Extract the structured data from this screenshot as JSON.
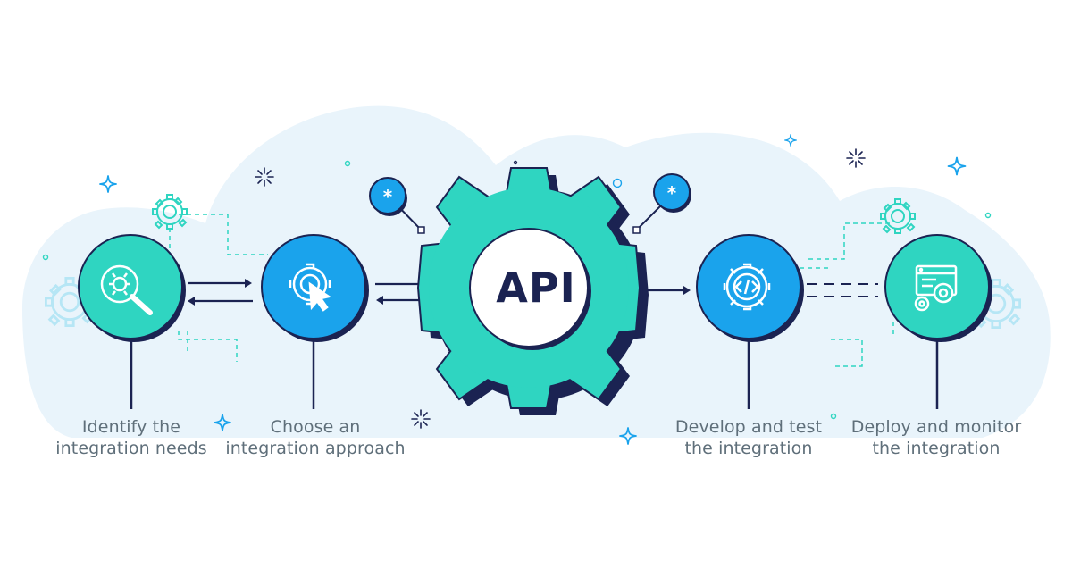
{
  "center": {
    "label": "API"
  },
  "steps": [
    {
      "id": "identify",
      "line1": "Identify the",
      "line2": "integration needs",
      "icon": "search-gear-icon",
      "color": "#2fd5c1"
    },
    {
      "id": "choose",
      "line1": "Choose an",
      "line2": "integration approach",
      "icon": "cursor-gear-icon",
      "color": "#1aa3ec"
    },
    {
      "id": "develop",
      "line1": "Develop and test",
      "line2": "the integration",
      "icon": "code-gear-icon",
      "color": "#1aa3ec"
    },
    {
      "id": "deploy",
      "line1": "Deploy and monitor",
      "line2": "the integration",
      "icon": "window-gears-icon",
      "color": "#2fd5c1"
    }
  ],
  "colors": {
    "teal": "#2fd5c1",
    "blue": "#1aa3ec",
    "navy": "#1b2352",
    "cloud": "#e9f4fb",
    "text": "#5f6f7a"
  }
}
